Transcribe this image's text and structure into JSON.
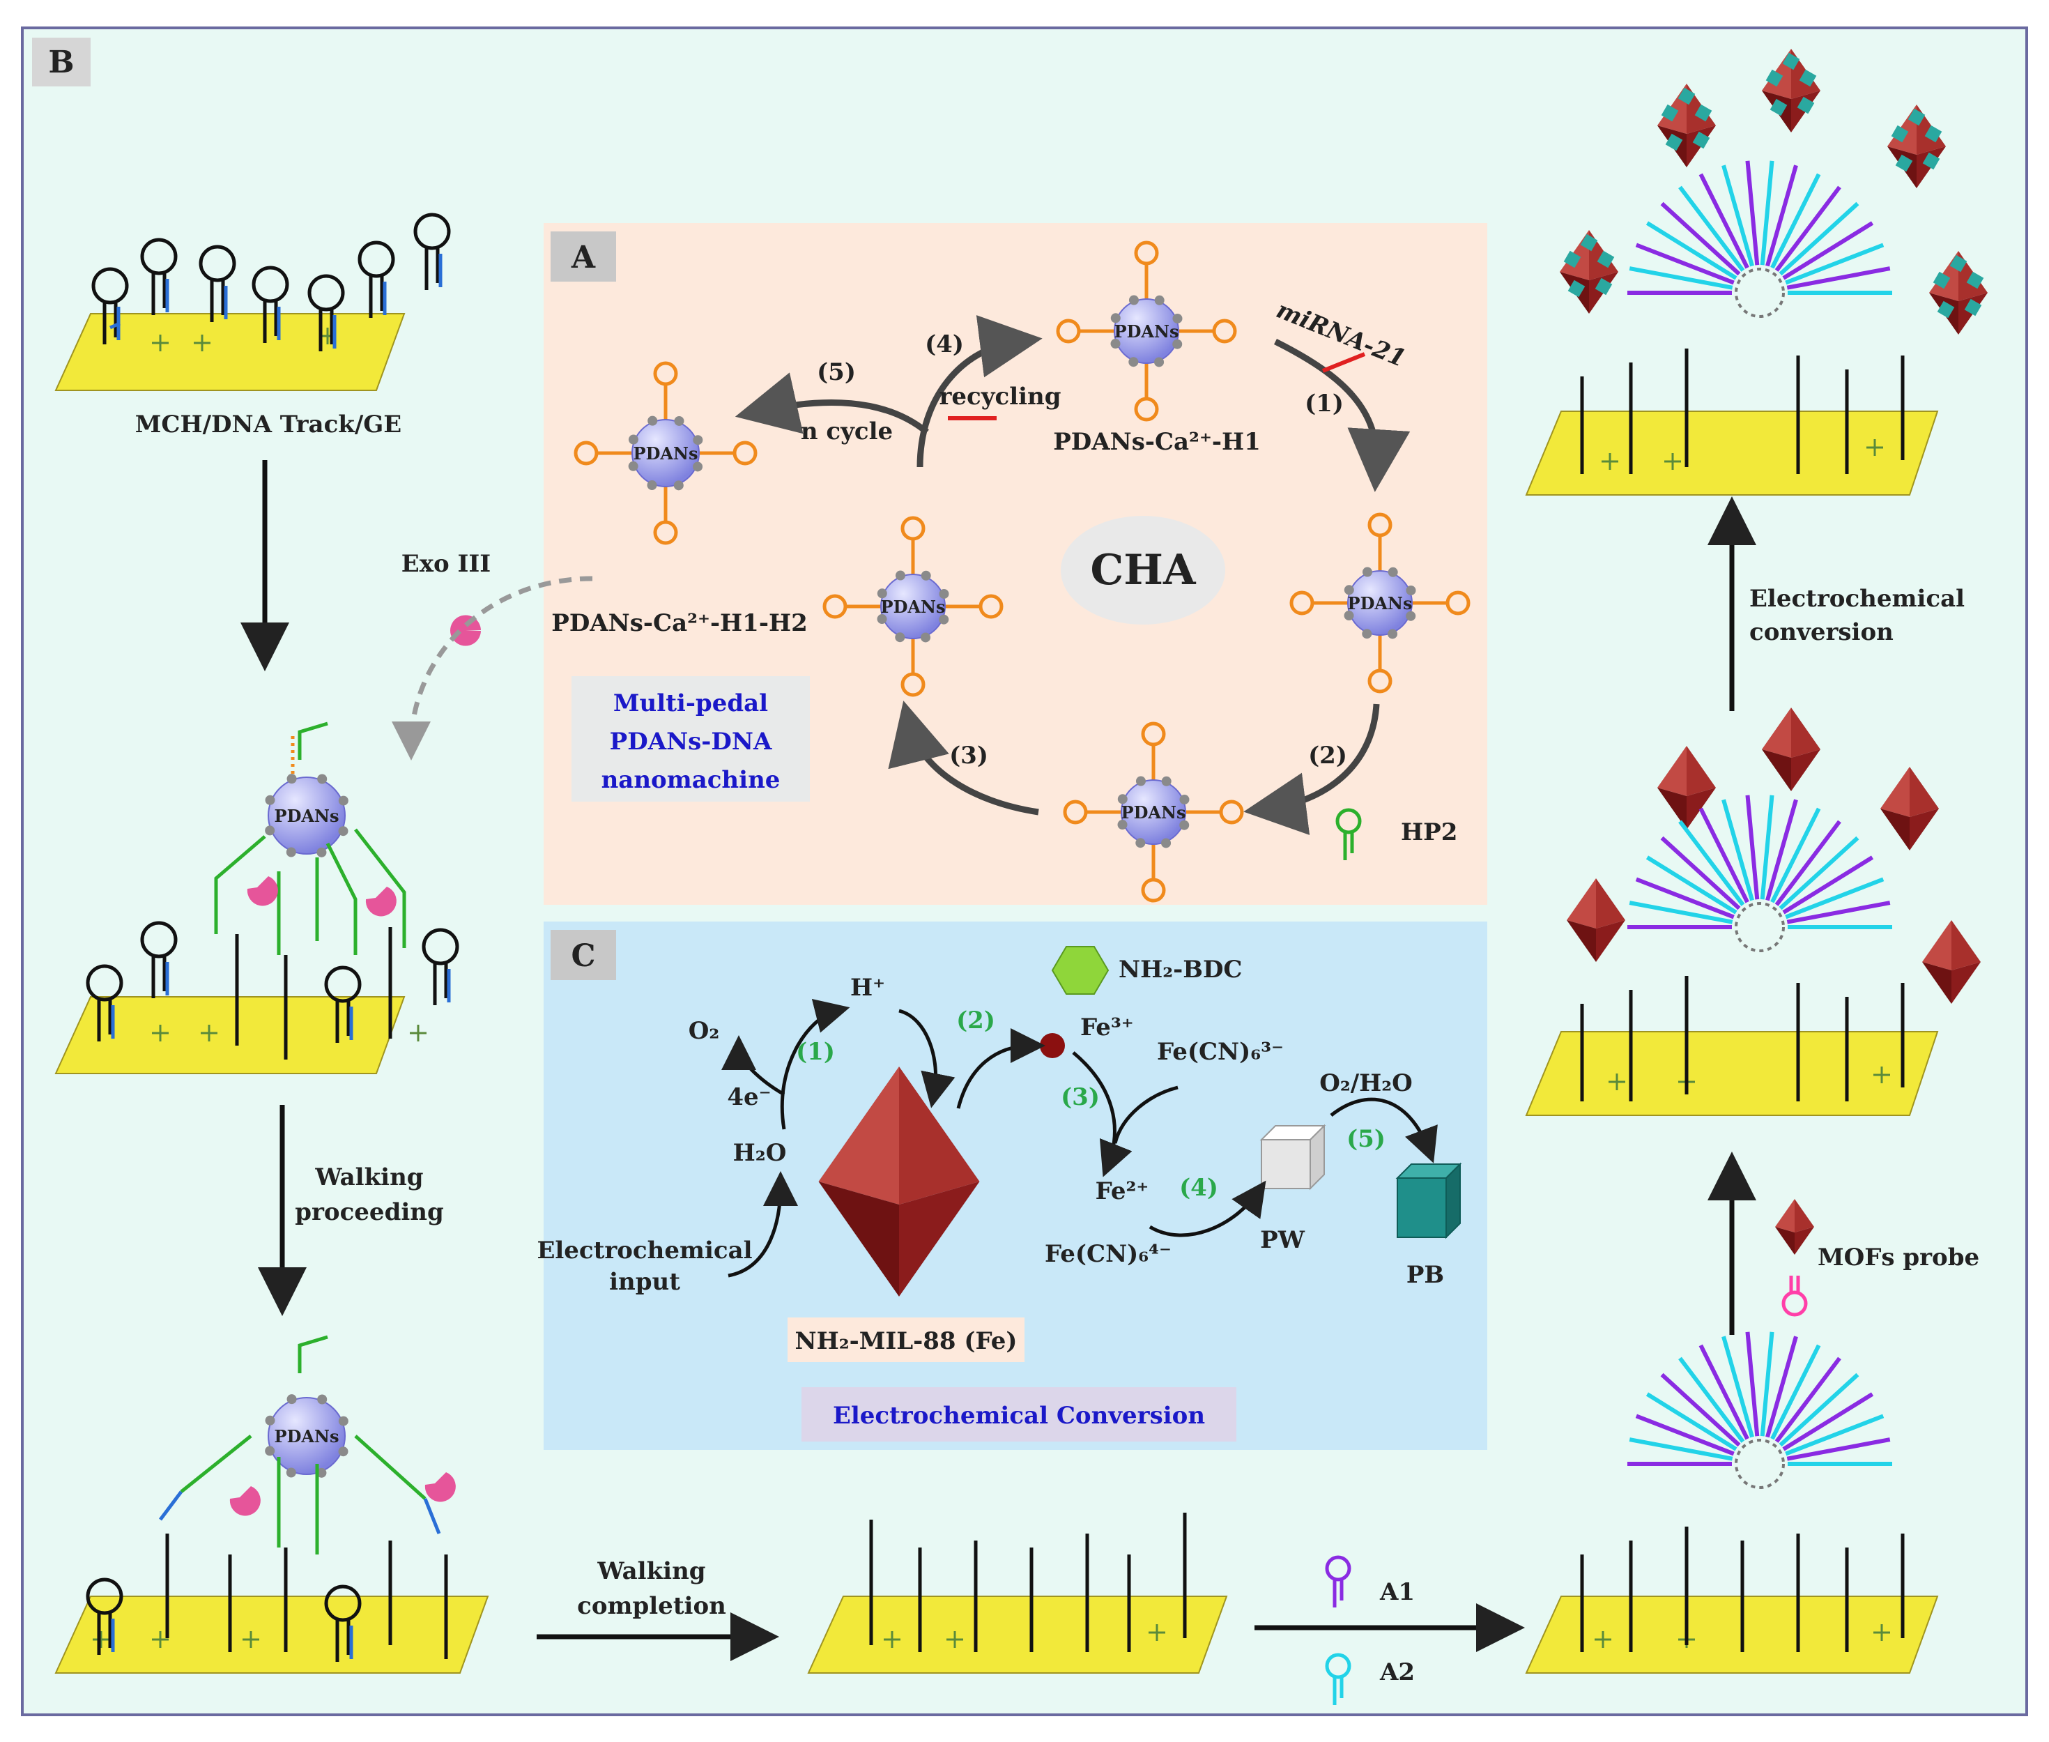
{
  "panels": {
    "b_label": "B",
    "a_label": "A",
    "c_label": "C"
  },
  "left_column": {
    "track_label": "MCH/DNA Track/GE",
    "exo_label": "Exo III",
    "walking_label_1": "Walking",
    "walking_label_2": "proceeding",
    "completion_label_1": "Walking",
    "completion_label_2": "completion",
    "particle_label": "PDANs"
  },
  "panel_a": {
    "cha": "CHA",
    "complex_h1": "PDANs-Ca²⁺-H1",
    "complex_h1h2": "PDANs-Ca²⁺-H1-H2",
    "mirna": "miRNA-21",
    "recycling": "recycling",
    "n_cycle": "n cycle",
    "hp2": "HP2",
    "step1": "(1)",
    "step2": "(2)",
    "step3": "(3)",
    "step4": "(4)",
    "step5": "(5)",
    "machine_1": "Multi-pedal",
    "machine_2": "PDANs-DNA",
    "machine_3": "nanomachine"
  },
  "panel_c": {
    "title": "Electrochemical Conversion",
    "h_plus": "H⁺",
    "o2": "O₂",
    "four_e": "4e⁻",
    "h2o": "H₂O",
    "input_1": "Electrochemical",
    "input_2": "input",
    "mof_name": "NH₂-MIL-88 (Fe)",
    "nh2bdc": "NH₂-BDC",
    "fe3": "Fe³⁺",
    "fecn3": "Fe(CN)₆³⁻",
    "fe2": "Fe²⁺",
    "fecn4": "Fe(CN)₆⁴⁻",
    "o2h2o": "O₂/H₂O",
    "pw": "PW",
    "pb": "PB",
    "s1": "(1)",
    "s2": "(2)",
    "s3": "(3)",
    "s4": "(4)",
    "s5": "(5)"
  },
  "right_column": {
    "conv_1": "Electrochemical",
    "conv_2": "conversion",
    "mofs_probe": "MOFs probe",
    "a1": "A1",
    "a2": "A2"
  },
  "colors": {
    "background": "#e8f9f4",
    "panel_a_bg": "#fde9dc",
    "panel_c_bg": "#c9e8f8",
    "electrode": "#f2e93a",
    "particle": "#a6a9ee",
    "h1_orange": "#f08a1c",
    "h2_green": "#2cb02c",
    "track_blue": "#2a6fd6",
    "mirna_red": "#e02020",
    "mof_brown": "#8b1c1c",
    "pb_teal": "#1f8f8a",
    "a1_purple": "#8a2be2",
    "a2_cyan": "#22d3e8",
    "probe_pink": "#ff3fa8",
    "exo_pink": "#e6559a"
  }
}
